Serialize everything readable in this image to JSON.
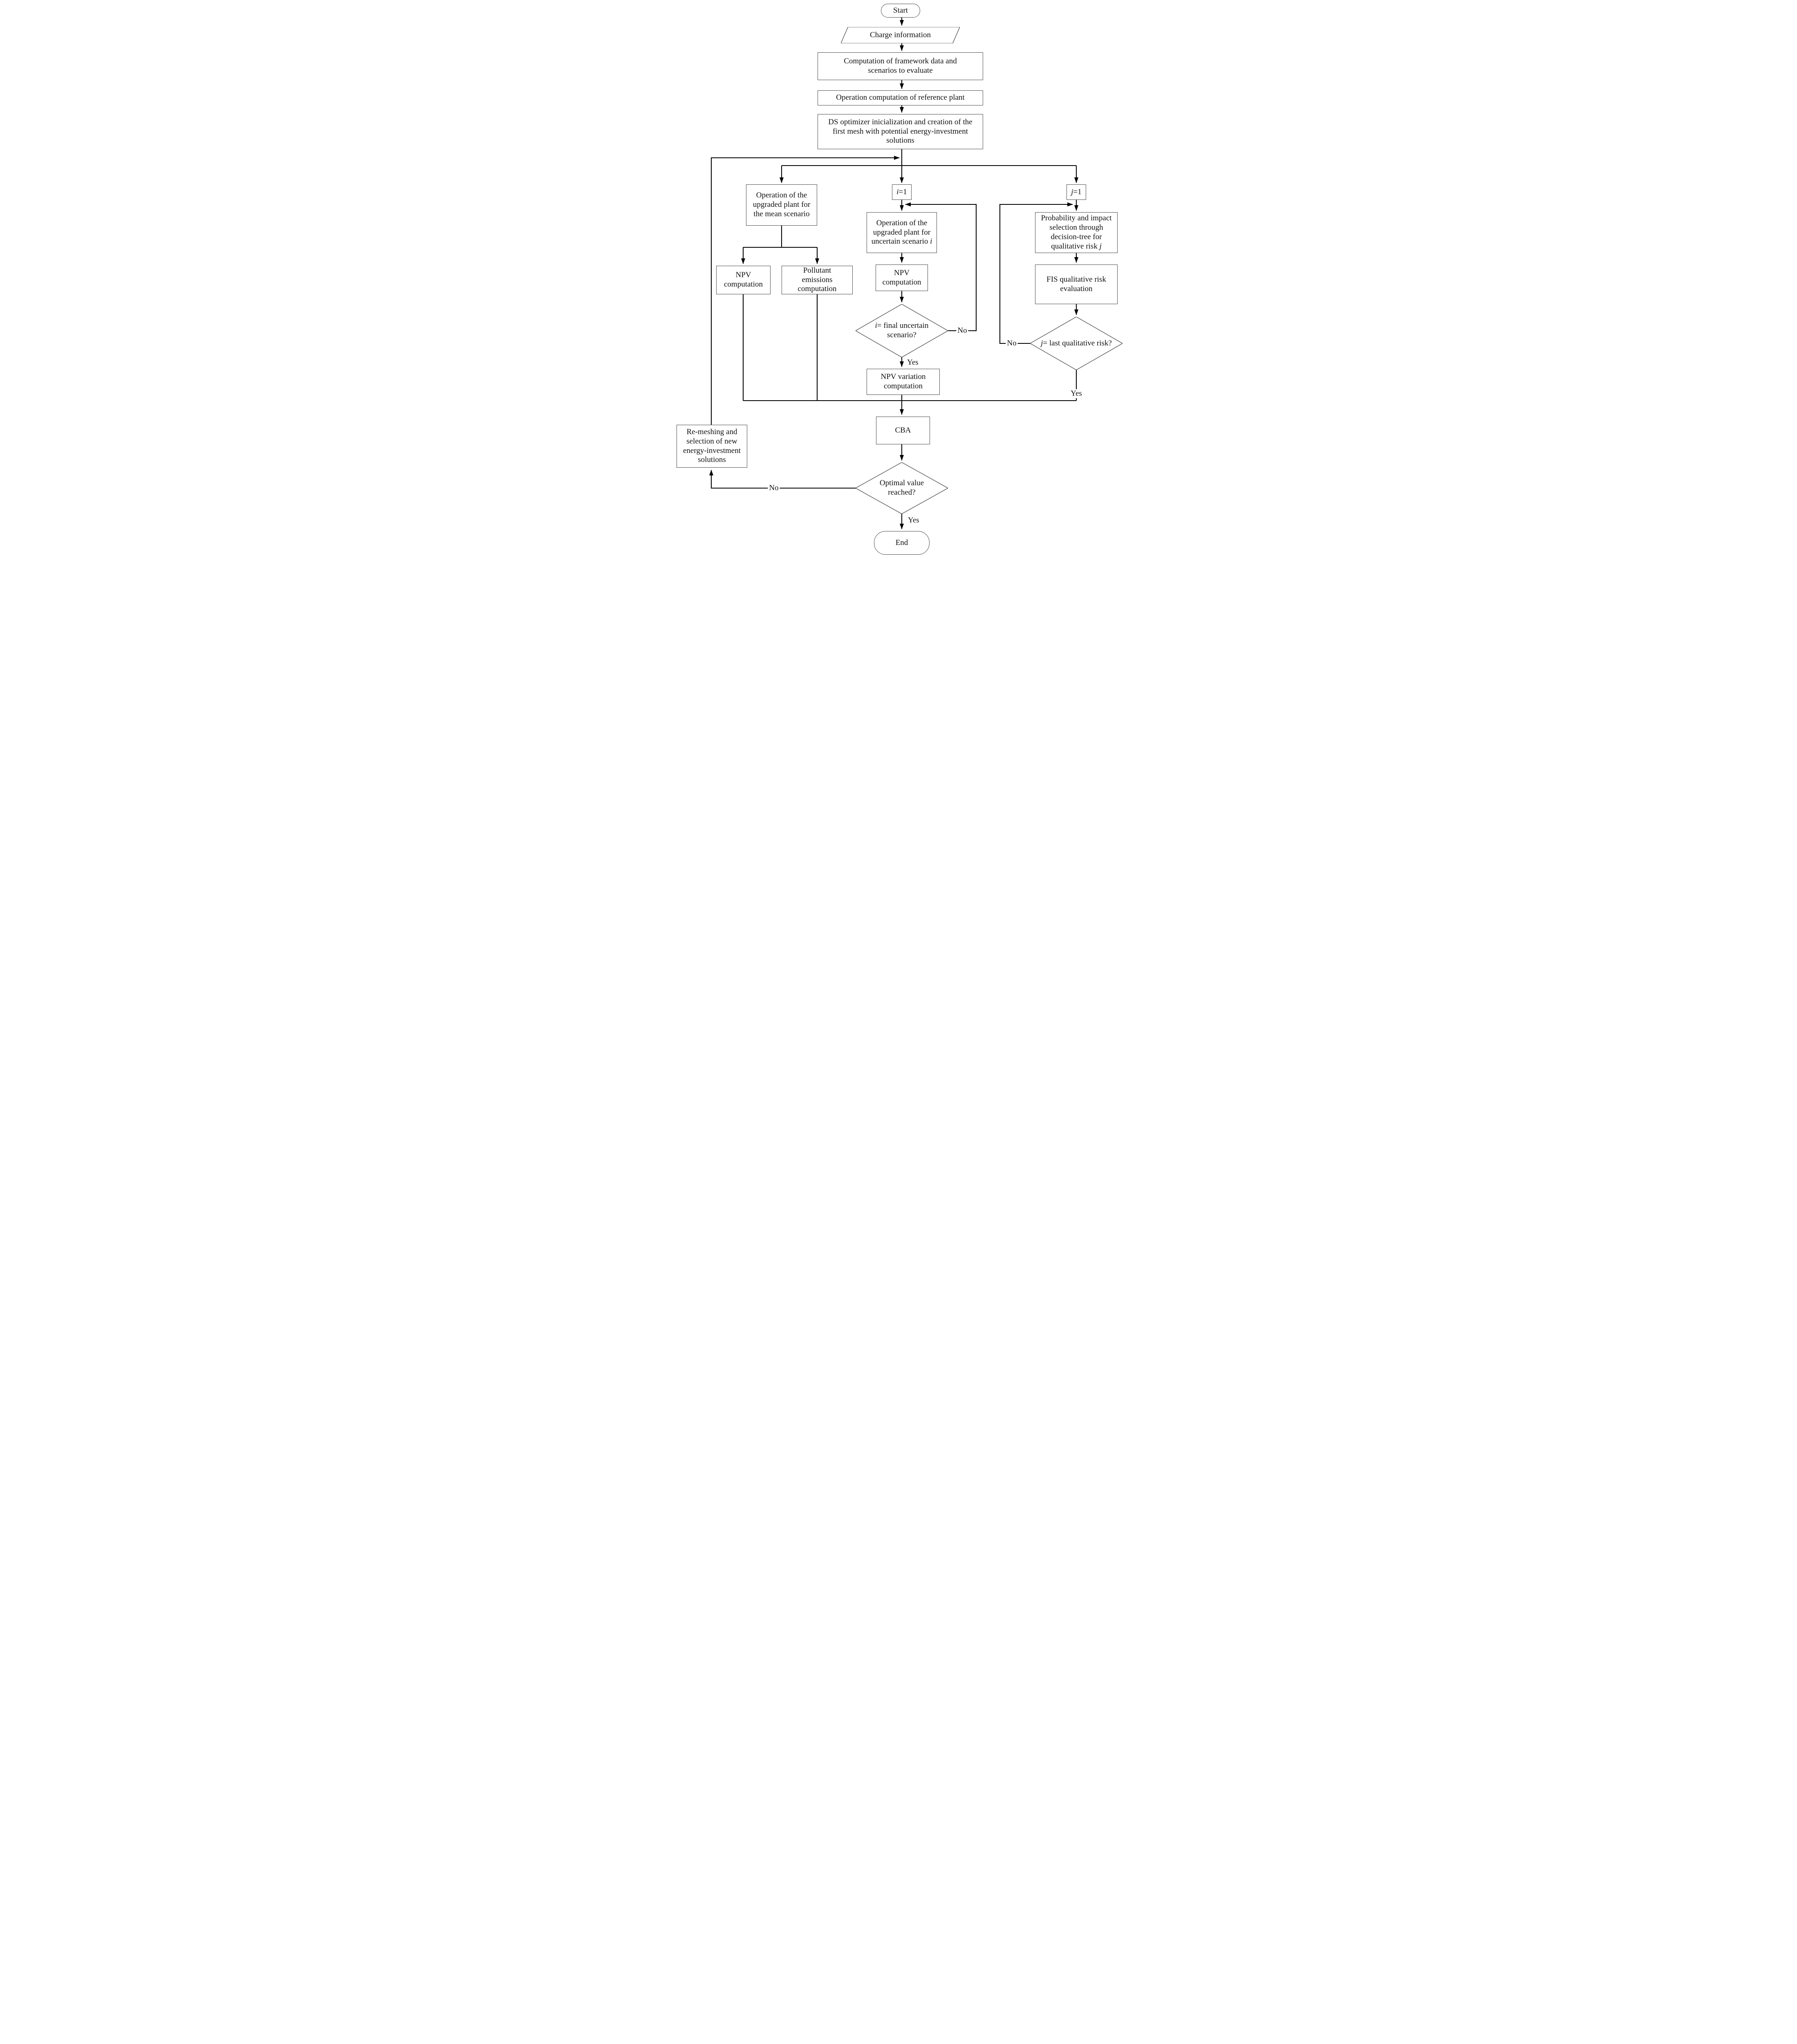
{
  "figure": {
    "type": "flowchart",
    "background_color": "#ffffff",
    "connector_color": "#000000",
    "shape_border_color": "#4a4a4a",
    "text_color": "#111111"
  },
  "nodes": {
    "start": {
      "label": "Start"
    },
    "charge": {
      "label": "Charge information"
    },
    "framework": {
      "label": "Computation of framework data and scenarios to evaluate"
    },
    "op_ref": {
      "label": "Operation computation of reference plant"
    },
    "ds_opt": {
      "label": "DS optimizer inicialization and creation of the first mesh with potential energy-investment solutions"
    },
    "op_mean": {
      "label": "Operation of the upgraded plant for the mean scenario"
    },
    "npv_mean": {
      "label": "NPV computation"
    },
    "pollutant": {
      "label": "Pollutant emissions computation"
    },
    "i_init": {
      "var": "i",
      "rest": "=1"
    },
    "op_uncertain": {
      "pre": "Operation of the upgraded plant for uncertain scenario ",
      "var": "i"
    },
    "npv_uncertain": {
      "label": "NPV computation"
    },
    "i_final": {
      "var": "i",
      "rest": "= final uncertain scenario?"
    },
    "npv_variation": {
      "label": "NPV variation computation"
    },
    "j_init": {
      "var": "j",
      "rest": "=1"
    },
    "prob_impact": {
      "pre": "Probability and impact selection through decision-tree for qualitative risk ",
      "var": "j"
    },
    "fis": {
      "label": "FIS qualitative risk evaluation"
    },
    "j_last": {
      "var": "j",
      "rest": "= last qualitative risk?"
    },
    "cba": {
      "label": "CBA"
    },
    "optimal": {
      "label": "Optimal value reached?"
    },
    "remesh": {
      "label": "Re-meshing and selection of new energy-investment solutions"
    },
    "end": {
      "label": "End"
    }
  },
  "edge_labels": {
    "i_no": "No",
    "i_yes": "Yes",
    "j_no": "No",
    "j_yes": "Yes",
    "opt_no": "No",
    "opt_yes": "Yes"
  }
}
